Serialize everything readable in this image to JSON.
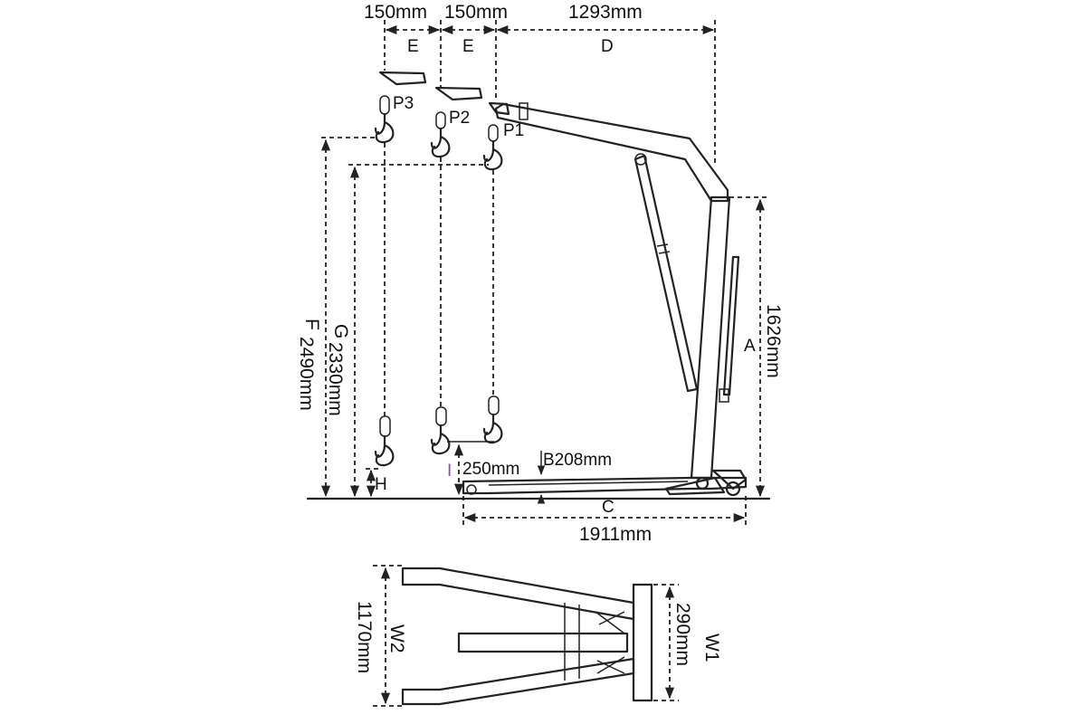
{
  "dimensions": {
    "e1_value": "150mm",
    "e2_value": "150mm",
    "d_value": "1293mm",
    "e1_letter": "E",
    "e2_letter": "E",
    "d_letter": "D",
    "f_letter": "F",
    "f_value": "2490mm",
    "g_letter": "G",
    "g_value": "2330mm",
    "h_letter": "H",
    "a_letter": "A",
    "a_value": "1626mm",
    "b_label": "B208mm",
    "i_letter": "I",
    "i_value": "250mm",
    "c_letter": "C",
    "c_value": "1911mm",
    "w2_letter": "W2",
    "w2_value": "1170mm",
    "w1_letter": "W1",
    "w1_value": "290mm"
  },
  "positions": {
    "p1": "P1",
    "p2": "P2",
    "p3": "P3"
  },
  "colors": {
    "line": "#222222",
    "i_marker": "#8a4fa0",
    "wheel_dot": "#e8c21a"
  }
}
